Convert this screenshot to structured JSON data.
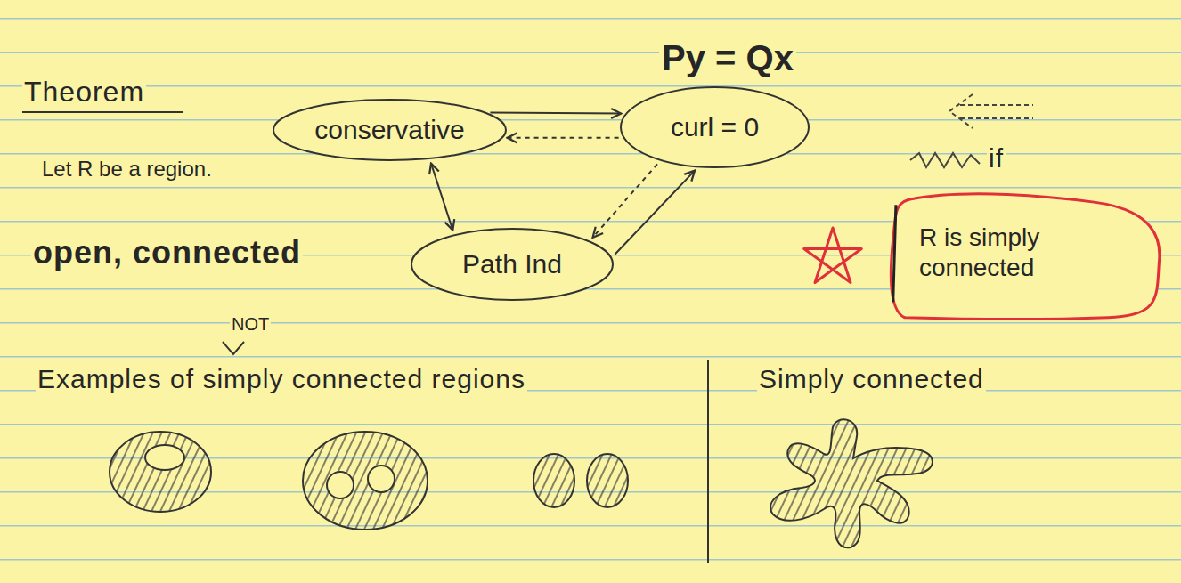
{
  "diagram": {
    "nodes": [
      {
        "text": [
          "conservative"
        ]
      },
      {
        "text": [
          "Py = Qx",
          "curl = 0"
        ]
      },
      {
        "text": [
          "Path Ind"
        ]
      },
      {
        "text": [
          "R is simply connected"
        ]
      }
    ],
    "edges": [
      {
        "from": 0,
        "to": 1,
        "arrow": "to"
      },
      {
        "from": 1,
        "to": 0,
        "arrow": "to"
      },
      {
        "from": 0,
        "to": 2,
        "arrow": "both"
      },
      {
        "from": 1,
        "to": 2,
        "arrow": "to"
      },
      {
        "from": 2,
        "to": 1,
        "arrow": "to"
      }
    ],
    "labels": [
      "Theorem",
      "Let R be a region.",
      "open, connected",
      "if",
      "NOT",
      "Examples of simply connected regions",
      "Simply connected"
    ]
  }
}
